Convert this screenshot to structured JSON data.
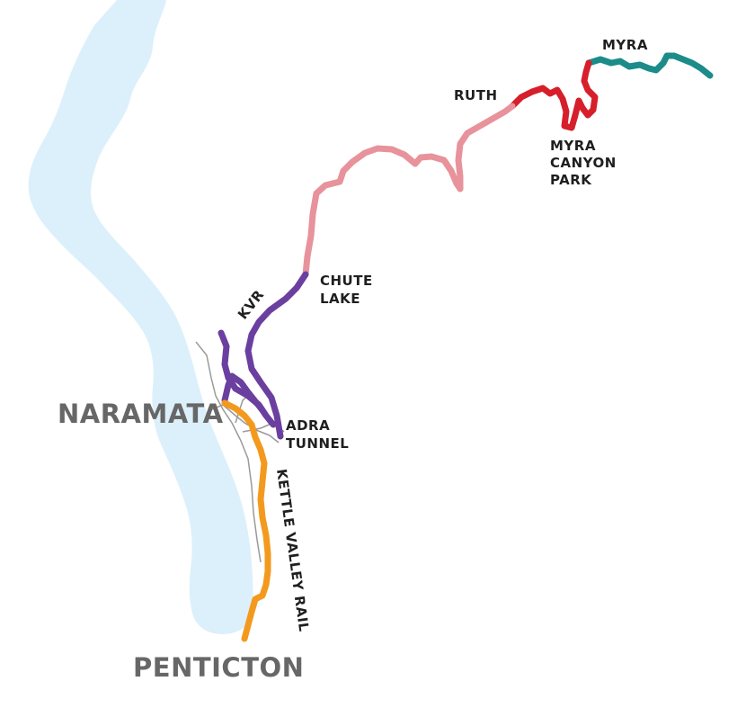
{
  "map": {
    "colors": {
      "background": "#ffffff",
      "lake": "#dcf0fb",
      "road": "#9a9a9a",
      "myra_segment": "#1b8c8a",
      "myra_canyon_segment": "#d61f2b",
      "ruth_chute_segment": "#e8929c",
      "kvr_segment": "#6b3fa0",
      "kettle_valley_rail_segment": "#f39a1e"
    },
    "labels": {
      "myra": "MYRA",
      "ruth": "RUTH",
      "myra_canyon_park": [
        "MYRA",
        "CANYON",
        "PARK"
      ],
      "chute_lake": [
        "CHUTE",
        "LAKE"
      ],
      "kvr": "KVR",
      "adra_tunnel": [
        "ADRA",
        "TUNNEL"
      ],
      "kettle_valley_rail": "KETTLE VALLEY RAIL",
      "naramata": "NARAMATA",
      "penticton": "PENTICTON"
    }
  }
}
